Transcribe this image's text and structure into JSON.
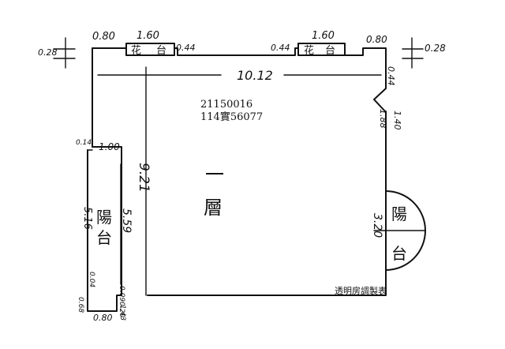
{
  "plan": {
    "ids": {
      "line1": "21150016",
      "line2": "114實56077"
    },
    "floor_label_top": "一",
    "floor_label_bottom": "層",
    "balcony_left_top": "陽",
    "balcony_left_bottom": "台",
    "balcony_right_top": "陽",
    "balcony_right_bottom": "台",
    "flower_left_1": "花",
    "flower_left_2": "台",
    "flower_right_1": "花",
    "flower_right_2": "台",
    "footer": "透明房調製表",
    "dims": {
      "total_width": "10.12",
      "depth": "9.21",
      "balcony_depth": "5.59",
      "balcony_len": "5.16",
      "balcony_w": "1.00",
      "d_080_a": "0.80",
      "d_160_a": "1.60",
      "d_044_a": "0.44",
      "d_044_b": "0.44",
      "d_160_b": "1.60",
      "d_080_b": "0.80",
      "d_028_l": "0.28",
      "d_028_r": "0.28",
      "d_044_c": "0.44",
      "d_188": "1.88",
      "d_140": "1.40",
      "d_320": "3.20",
      "d_014": "0.14",
      "d_004": "0.04",
      "d_009": "0.09",
      "d_020": "0.20",
      "d_068": "0.68",
      "d_080_c": "0.80",
      "d_143": "1.43"
    }
  }
}
